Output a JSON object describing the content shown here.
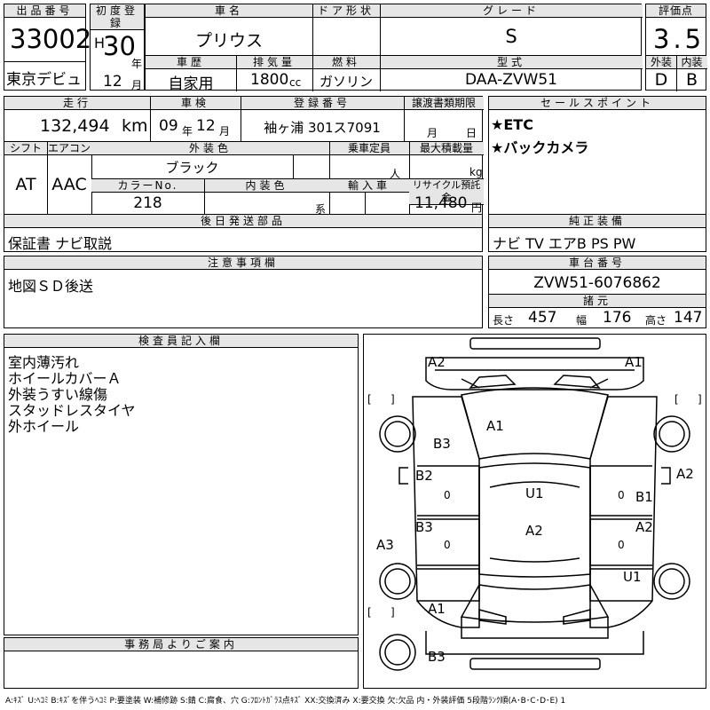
{
  "header": {
    "lot_label": "出品番号",
    "lot_number": "33002",
    "first_reg_label": "初度登録",
    "era": "H",
    "year": "30",
    "year_unit": "年",
    "month": "12",
    "month_unit": "月",
    "car_name_label": "車名",
    "car_name": "プリウス",
    "door_label": "ドア形状",
    "door_value": "",
    "grade_label": "グレード",
    "grade": "S",
    "score_label": "評価点",
    "score": "3.5",
    "venue": "東京デビュ",
    "history_label": "車歴",
    "history": "自家用",
    "displacement_label": "排気量",
    "displacement": "1800",
    "displacement_unit": "cc",
    "fuel_label": "燃料",
    "fuel": "ガソリン",
    "model_label": "型式",
    "model": "DAA-ZVW51",
    "exterior_grade_label": "外装",
    "exterior_grade": "D",
    "interior_grade_label": "内装",
    "interior_grade": "B"
  },
  "row2": {
    "mileage_label": "走行",
    "mileage": "132,494",
    "mileage_unit": "km",
    "inspection_label": "車検",
    "insp_year": "09",
    "insp_year_unit": "年",
    "insp_month": "12",
    "insp_month_unit": "月",
    "plate_label": "登録番号",
    "plate": "袖ヶ浦 301ス7091",
    "transfer_label": "譲渡書類期限",
    "transfer_month_unit": "月",
    "transfer_day_unit": "日",
    "shift_label": "シフト",
    "shift": "AT",
    "ac_label": "エアコン",
    "ac": "AAC",
    "ext_color_label": "外装色",
    "ext_color": "ブラック",
    "capacity_label": "乗車定員",
    "capacity_unit": "人",
    "load_label": "最大積載量",
    "load_unit": "kg",
    "color_no_label": "カラーNo.",
    "color_no": "218",
    "int_color_label": "内装色",
    "int_color_unit": "系",
    "import_label": "輸入車",
    "recycle_label": "リサイクル預託金",
    "recycle": "11,480",
    "recycle_unit": "円",
    "later_label": "後日発送部品",
    "later": "保証書 ナビ取説"
  },
  "sales": {
    "label": "セールスポイント",
    "items": [
      "★ETC",
      "★バックカメラ"
    ],
    "equip_label": "純正装備",
    "equip": "ナビ TV エアB PS PW"
  },
  "notes": {
    "label": "注意事項欄",
    "text": "地図ＳＤ後送"
  },
  "chassis": {
    "label": "車台番号",
    "number": "ZVW51-6076862",
    "dims_label": "諸元",
    "length_label": "長さ",
    "length": "457",
    "width_label": "幅",
    "width": "176",
    "height_label": "高さ",
    "height": "147"
  },
  "inspector": {
    "label": "検査員記入欄",
    "lines": [
      "室内薄汚れ",
      "ホイールカバーＡ",
      "外装うすい線傷",
      "スタッドレスタイヤ",
      "外ホイール"
    ]
  },
  "office": {
    "label": "事務局よりご案内",
    "text": ""
  },
  "diagram": {
    "marks": {
      "top_left": "A2",
      "top_right": "A1",
      "hood": "A1",
      "front_left_fender": "B3",
      "right_front_fender": "A2",
      "left_front_door": "B2",
      "right_front_door": "B1",
      "roof": "U1",
      "left_rear_door": "B3",
      "trunk": "A2",
      "right_rear_door": "A2",
      "left_quarter": "A3",
      "right_quarter": "U1",
      "rear_left": "A1",
      "rear_bumper": "B3",
      "zero_1": "0",
      "zero_2": "0",
      "zero_3": "0",
      "zero_4": "0",
      "bracket_l1": "[",
      "bracket_r1": "]",
      "bracket_l2": "[",
      "bracket_r2": "]",
      "bracket_l3": "[",
      "bracket_r3": "]"
    }
  },
  "legend": "A:ｷｽﾞ U:ﾍｺﾐ B:ｷｽﾞを伴うﾍｺﾐ P:要塗装 W:補修跡 S:錆 C:腐食、穴 G:ﾌﾛﾝﾄｶﾞﾗｽ点ｷｽﾞ XX:交換済み X:要交換 欠:欠品 内・外装評価 5段階ﾗﾝｸ順(A･B･C･D･E) 1"
}
